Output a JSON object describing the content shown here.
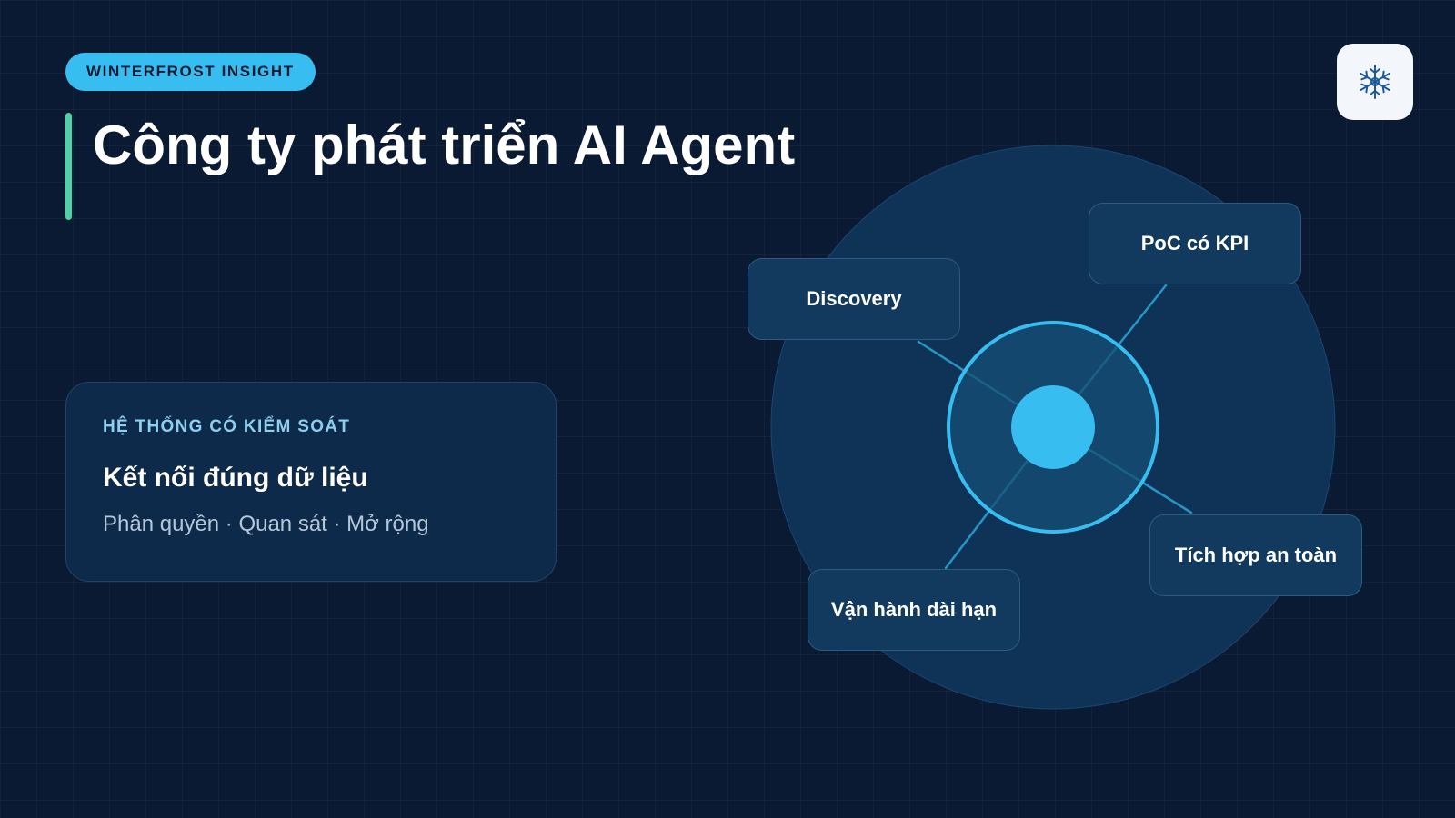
{
  "brand": {
    "label": "WINTERFROST INSIGHT",
    "logo_icon": "snowflake-icon"
  },
  "title": "Công ty phát triển AI Agent",
  "card": {
    "eyebrow": "HỆ THỐNG CÓ KIỂM SOÁT",
    "heading": "Kết nối đúng dữ liệu",
    "subtitle": "Phân quyền · Quan sát · Mở rộng"
  },
  "diagram": {
    "nodes": [
      "Discovery",
      "PoC có KPI",
      "Tích hợp an toàn",
      "Vận hành dài hạn"
    ]
  },
  "colors": {
    "background": "#0a1a33",
    "accent": "#38bdf0",
    "title_bar": "#4fd1a5",
    "card": "#0e2a4a",
    "node": "#123a5e"
  }
}
